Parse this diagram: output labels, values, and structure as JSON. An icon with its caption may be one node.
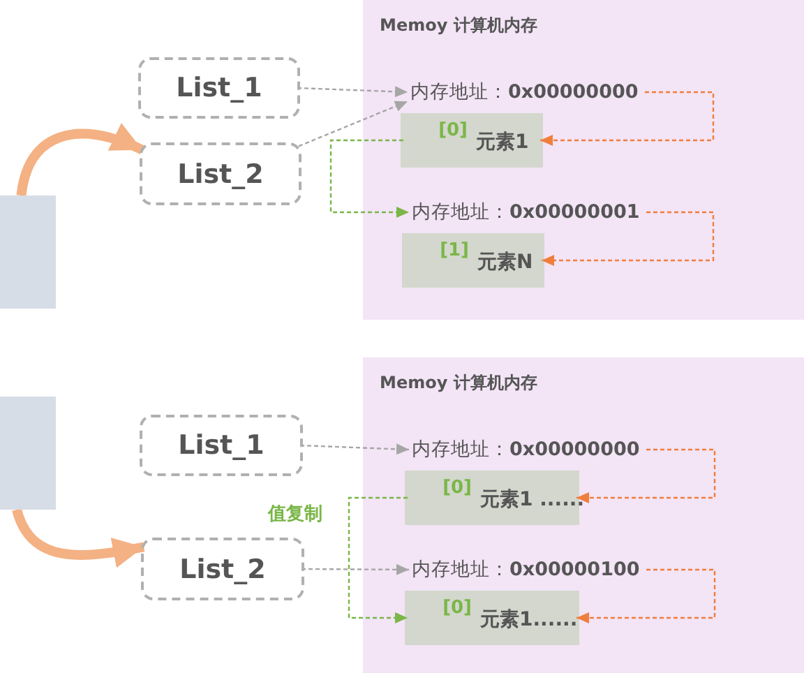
{
  "diagram": {
    "nodes": [
      {
        "text": [
          "Memoy 计算机内存"
        ]
      },
      {
        "text": [
          "List_1"
        ]
      },
      {
        "text": [
          "List_2"
        ]
      },
      {
        "text": [
          "内存地址：**0x00000000**"
        ],
        "in": 0
      },
      {
        "text": [
          "[0]",
          "元素1"
        ],
        "in": 0
      },
      {
        "text": [
          "内存地址：**0x00000001**"
        ],
        "in": 0
      },
      {
        "text": [
          "[1]",
          "元素N"
        ],
        "in": 0
      },
      {
        "text": [],
        "shape": "box"
      },
      {
        "text": [
          "Memoy 计算机内存"
        ]
      },
      {
        "text": [
          "List_1"
        ]
      },
      {
        "text": [
          "List_2"
        ]
      },
      {
        "text": [
          "内存地址：**0x00000000**"
        ],
        "in": 8
      },
      {
        "text": [
          "[0]",
          "元素1 ......"
        ],
        "in": 8
      },
      {
        "text": [
          "内存地址：**0x00000100**"
        ],
        "in": 8
      },
      {
        "text": [
          "[0]",
          "元素1......"
        ],
        "in": 8
      },
      {
        "text": [],
        "shape": "box"
      }
    ],
    "edges": [
      {
        "from": 1,
        "to": 3,
        "arrow": "to",
        "style": "dashed",
        "color": "#a6a6a6"
      },
      {
        "from": 2,
        "to": 3,
        "arrow": "to",
        "style": "dashed",
        "color": "#a6a6a6"
      },
      {
        "from": 3,
        "to": 4,
        "arrow": "to",
        "style": "dashed",
        "color": "#f07e3c"
      },
      {
        "from": 5,
        "to": 6,
        "arrow": "to",
        "style": "dashed",
        "color": "#f07e3c"
      },
      {
        "from": 4,
        "to": 5,
        "arrow": "to",
        "style": "dashed",
        "color": "#7ab648"
      },
      {
        "from": 7,
        "to": 2,
        "arrow": "to",
        "style": "thick",
        "color": "#f4b183"
      },
      {
        "from": 9,
        "to": 11,
        "arrow": "to",
        "style": "dashed",
        "color": "#a6a6a6"
      },
      {
        "from": 10,
        "to": 13,
        "arrow": "to",
        "style": "dashed",
        "color": "#a6a6a6"
      },
      {
        "from": 11,
        "to": 12,
        "arrow": "to",
        "style": "dashed",
        "color": "#f07e3c"
      },
      {
        "from": 13,
        "to": 14,
        "arrow": "to",
        "style": "dashed",
        "color": "#f07e3c"
      },
      {
        "from": 12,
        "to": 14,
        "arrow": "to",
        "style": "dashed",
        "color": "#7ab648",
        "label": "值复制"
      },
      {
        "from": 15,
        "to": 10,
        "arrow": "to",
        "style": "thick",
        "color": "#f4b183"
      }
    ]
  }
}
